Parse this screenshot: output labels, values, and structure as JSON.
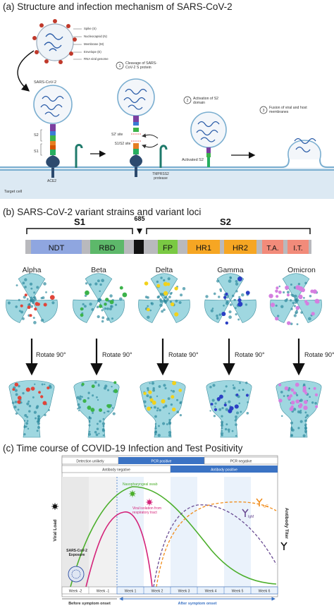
{
  "panel_a": {
    "title": "(a) Structure and infection mechanism of SARS-CoV-2",
    "legend": [
      "Spike (S)",
      "Nucleocapsid (N)",
      "Membrane (M)",
      "Envelope (E)",
      "RNA viral genome"
    ],
    "virus_label": "SARS-CoV-2",
    "s2_label": "S2",
    "s1_label": "S1",
    "ace2_label": "ACE2",
    "step1": "Cleavage of SARS-CoV-2 S protein",
    "step1_num": "1",
    "s2prime_label": "S2' site",
    "s1s2_label": "S1/S2 site",
    "tmprss2_label": "TMPRSS2 protease",
    "step2": "Activation of S2 domain",
    "step2_num": "2",
    "activated_label": "Activated S2",
    "step3": "Fusion of viral and host membranes",
    "step3_num": "3",
    "target_cell": "Target cell"
  },
  "panel_b": {
    "title": "(b) SARS-CoV-2 variant strains and variant loci",
    "s1_header": "S1",
    "s2_header": "S2",
    "site_label": "685",
    "domains": [
      {
        "label": "NDT",
        "color": "#8fa6e0"
      },
      {
        "label": "RBD",
        "color": "#5db86a"
      },
      {
        "label": "FP",
        "color": "#7ac943"
      },
      {
        "label": "HR1",
        "color": "#f6a623"
      },
      {
        "label": "HR2",
        "color": "#f6a623"
      },
      {
        "label": "T.A.",
        "color": "#f28b7a"
      },
      {
        "label": "I.T.",
        "color": "#f28b7a"
      }
    ],
    "variants": [
      {
        "name": "Alpha",
        "color": "#e0453a"
      },
      {
        "name": "Beta",
        "color": "#3cb34a"
      },
      {
        "name": "Delta",
        "color": "#f2d21b"
      },
      {
        "name": "Gamma",
        "color": "#2b3fc4"
      },
      {
        "name": "Omicron",
        "color": "#d47fe0"
      }
    ],
    "rotate_label": "Rotate 90°"
  },
  "panel_c": {
    "title": "(c) Time course of COVID-19 Infection and Test Positivity",
    "status_row1": [
      "Detection unlikely",
      "PCR positive",
      "PCR negative"
    ],
    "status_row2": [
      "Antibody negative",
      "Antibody positive"
    ],
    "curve_labels": {
      "np": "Nasopharyngeal swab",
      "viral": "Viral isolation from respiratory tract",
      "igg": "IgG",
      "igm": "IgM"
    },
    "y_left": "Viral Load",
    "y_right": "Antibody Titer",
    "exposure": "SARS-CoV-2 Exposure",
    "weeks": [
      "Week -2",
      "Week -1",
      "Week 1",
      "Week 2",
      "Week 3",
      "Week 4",
      "Week 5",
      "Week 6"
    ],
    "before": "Before symptom onset",
    "after": "After symptom onset",
    "colors": {
      "np": "#4caf2c",
      "viral": "#d4237a",
      "igg": "#f08c1a",
      "igm": "#6a4c93",
      "pcr": "#3b73c4"
    }
  }
}
